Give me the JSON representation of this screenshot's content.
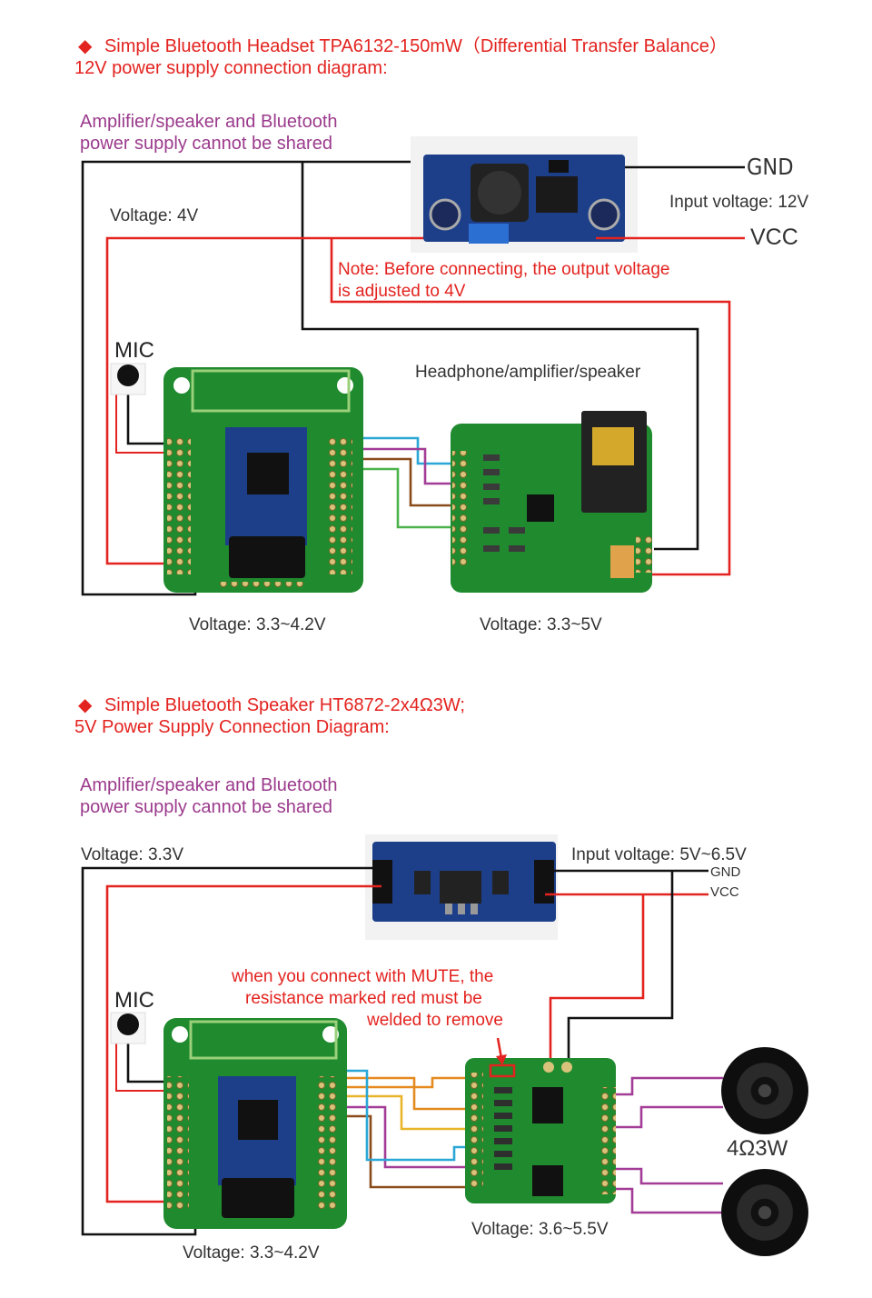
{
  "section1": {
    "bullet": "◆",
    "title_line1": "Simple Bluetooth Headset TPA6132-150mW（Differential Transfer Balance）",
    "title_line2": "12V power supply connection diagram:",
    "shared_note_line1": "Amplifier/speaker and Bluetooth",
    "shared_note_line2": "power supply cannot be shared",
    "gnd_label": "GND",
    "vcc_label": "VCC",
    "input_voltage": "Input voltage: 12V",
    "voltage_4v": "Voltage: 4V",
    "note_line1": "Note: Before connecting, the output voltage",
    "note_line2": "is adjusted to 4V",
    "mic_label": "MIC",
    "headphone_label": "Headphone/amplifier/speaker",
    "bt_voltage": "Voltage: 3.3~4.2V",
    "amp_voltage": "Voltage: 3.3~5V"
  },
  "section2": {
    "bullet": "◆",
    "title_line1": "Simple Bluetooth Speaker HT6872-2x4Ω3W;",
    "title_line2": "5V Power Supply Connection Diagram:",
    "shared_note_line1": "Amplifier/speaker and Bluetooth",
    "shared_note_line2": "power supply cannot be shared",
    "voltage_33": "Voltage: 3.3V",
    "input_voltage": "Input voltage: 5V~6.5V",
    "gnd_label": "GND",
    "vcc_label": "VCC",
    "mute_note_line1": "when you connect with MUTE, the",
    "mute_note_line2": "resistance marked red must be",
    "mute_note_line3": "welded to remove",
    "mic_label": "MIC",
    "speaker_label": "4Ω3W",
    "amp_voltage": "Voltage: 3.6~5.5V",
    "bt_voltage": "Voltage: 3.3~4.2V"
  },
  "colors": {
    "title_red": "#e3231f",
    "note_purple": "#9b3a8c",
    "wire_black": "#111111",
    "wire_red": "#e3231f",
    "pcb_green": "#1f8a2e",
    "module_blue": "#1d3f8a"
  }
}
